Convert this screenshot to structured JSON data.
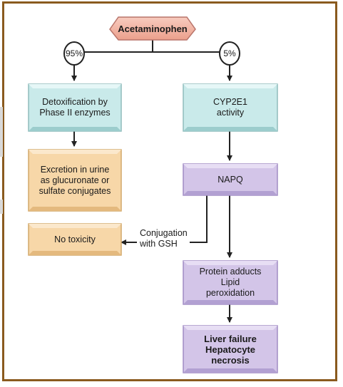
{
  "diagram": {
    "root": "Acetaminophen",
    "branch_left_pct": "95%",
    "branch_right_pct": "5%",
    "left": {
      "detox": "Detoxification by Phase II enzymes",
      "excretion": "Excretion in urine as glucuronate or sulfate conjugates",
      "no_toxicity": "No toxicity"
    },
    "right": {
      "cyp": "CYP2E1 activity",
      "napq": "NAPQ",
      "adducts": "Protein adducts Lipid peroxidation",
      "outcome": "Liver failure Hepatocyte necrosis"
    },
    "conjugation": "Conjugation with GSH"
  },
  "colors": {
    "frame": "#8a5a1e",
    "root_fill": "#f2b3a3",
    "teal_fill": "#c9eaea",
    "tan_fill": "#f7d7a8",
    "purple_fill": "#d3c5e8"
  }
}
